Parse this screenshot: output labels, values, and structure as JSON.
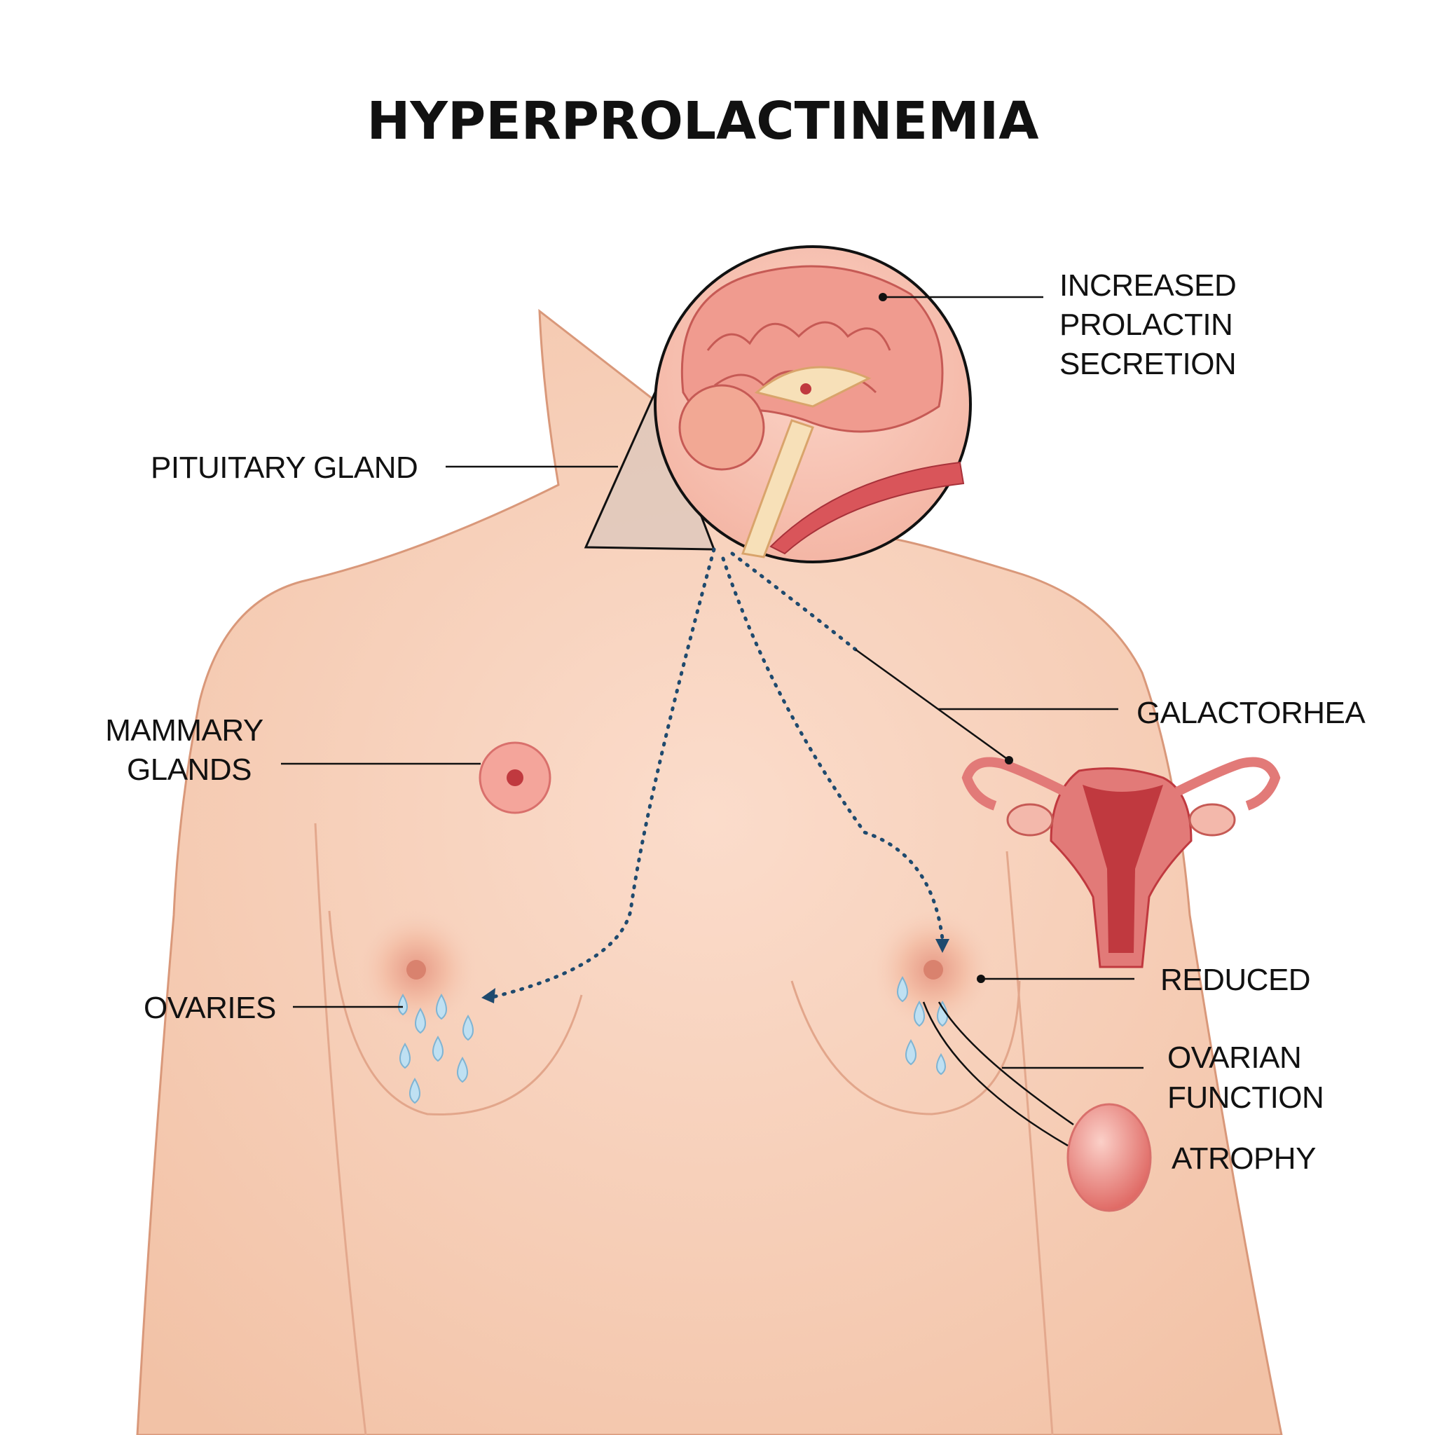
{
  "title": "HYPERPROLACTINEMIA",
  "labels": {
    "increased_prolactin": [
      "INCREASED",
      "PROLACTIN",
      "SECRETION"
    ],
    "pituitary_gland": "PITUITARY GLAND",
    "mammary_glands": [
      "MAMMARY",
      "GLANDS"
    ],
    "galactorhea": "GALACTORHEA",
    "reduced": "REDUCED",
    "ovarian_function": [
      "OVARIAN",
      "FUNCTION"
    ],
    "atrophy": "ATROPHY",
    "ovaries": "OVARIES"
  },
  "colors": {
    "skin": "#f6cfb8",
    "skin_outline": "#d9987a",
    "organ": "#e27a78",
    "organ_dark": "#c0393f",
    "arrow_dots": "#1f4a6e",
    "droplet": "#bfe0f2"
  }
}
